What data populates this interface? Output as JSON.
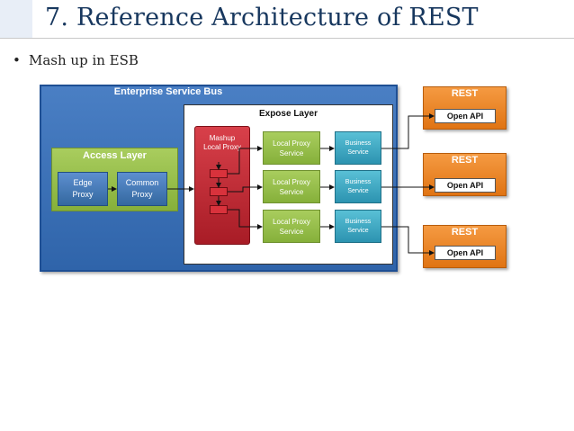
{
  "slide": {
    "title": "7. Reference Architecture of REST",
    "bullet_marker": "•",
    "bullet_text": "Mash up in ESB"
  },
  "diagram": {
    "esb_label": "Enterprise Service Bus",
    "access_layer": {
      "label": "Access Layer",
      "edge_proxy": "Edge\nProxy",
      "common_proxy": "Common\nProxy"
    },
    "expose_layer": {
      "label": "Expose Layer",
      "mashup_label": "Mashup\nLocal Proxy",
      "local_proxy_services": [
        "Local Proxy\nService",
        "Local Proxy\nService",
        "Local Proxy\nService"
      ],
      "business_services": [
        "Business\nService",
        "Business\nService",
        "Business\nService"
      ]
    },
    "rest_panels": [
      {
        "label": "REST",
        "api": "Open API"
      },
      {
        "label": "REST",
        "api": "Open API"
      },
      {
        "label": "REST",
        "api": "Open API"
      }
    ],
    "colors": {
      "esb": "#2f64aa",
      "access_layer": "#86b03a",
      "mashup": "#a81c26",
      "business_service": "#2c93b0",
      "rest": "#e07414"
    }
  }
}
